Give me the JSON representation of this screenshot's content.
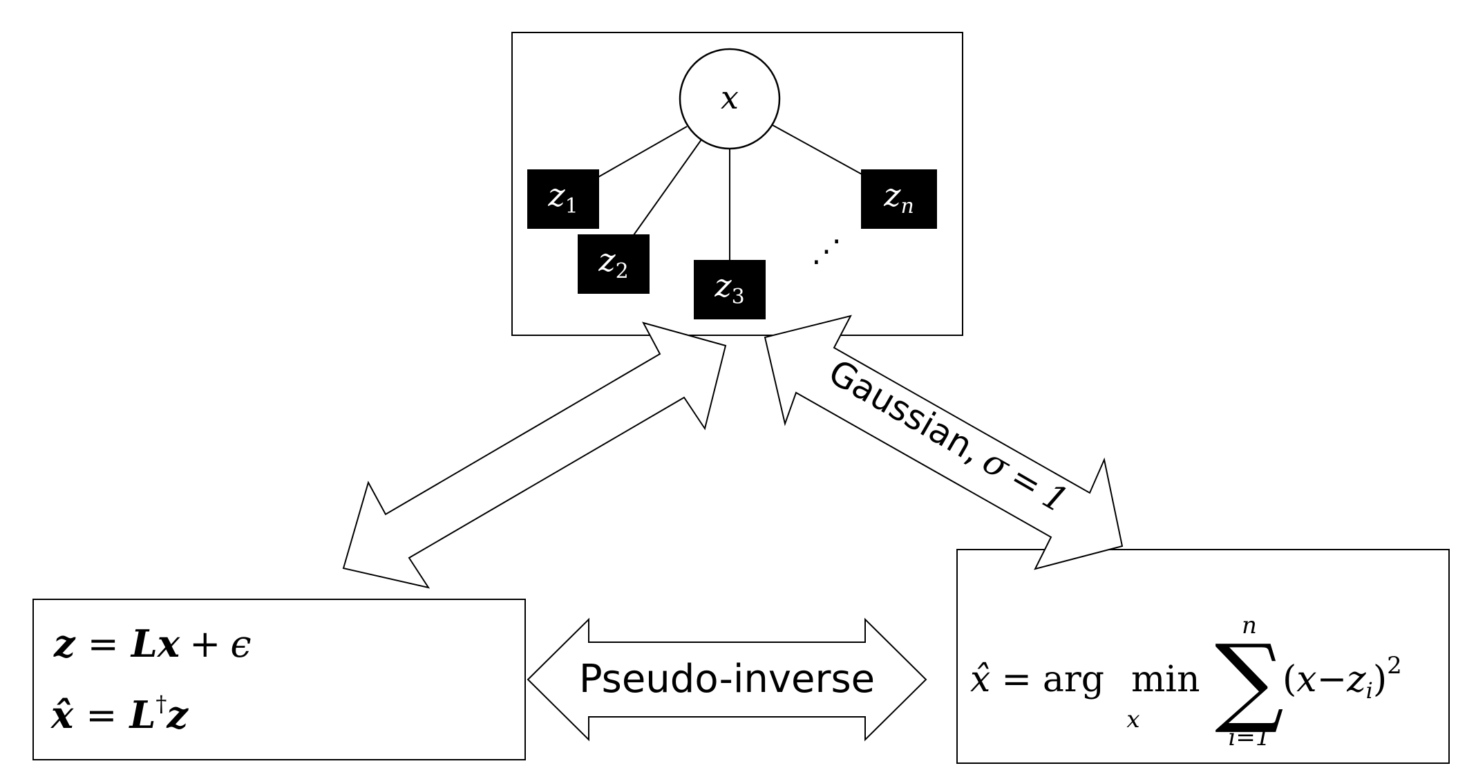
{
  "graph": {
    "variable_node": "x",
    "factor_nodes": [
      {
        "base": "z",
        "sub": "1"
      },
      {
        "base": "z",
        "sub": "2"
      },
      {
        "base": "z",
        "sub": "3"
      },
      {
        "base": "z",
        "sub": "n"
      }
    ],
    "ellipsis": "⋰"
  },
  "linear_model": {
    "eq1": {
      "lhs": "z",
      "equals": "=",
      "L": "L",
      "x": "x",
      "plus": "+",
      "eps": "ϵ"
    },
    "eq2": {
      "lhs": "x̂",
      "equals": "=",
      "L": "L",
      "dagger": "†",
      "z": "z"
    }
  },
  "least_squares": {
    "xhat": "x̂",
    "equals": "=",
    "arg": "arg",
    "min": "min",
    "min_sub": "x",
    "sigma": "∑",
    "sum_upper": "n",
    "sum_lower": "i=1",
    "paren_open": "(",
    "x": "x",
    "minus": "−",
    "z": "z",
    "z_sub": "i",
    "paren_close": ")",
    "power": "2"
  },
  "arrows": {
    "bottom_label": "Pseudo-inverse",
    "right_label_text": "Gaussian,",
    "right_label_sigma": "σ",
    "right_label_eq": "=",
    "right_label_val": "1"
  }
}
